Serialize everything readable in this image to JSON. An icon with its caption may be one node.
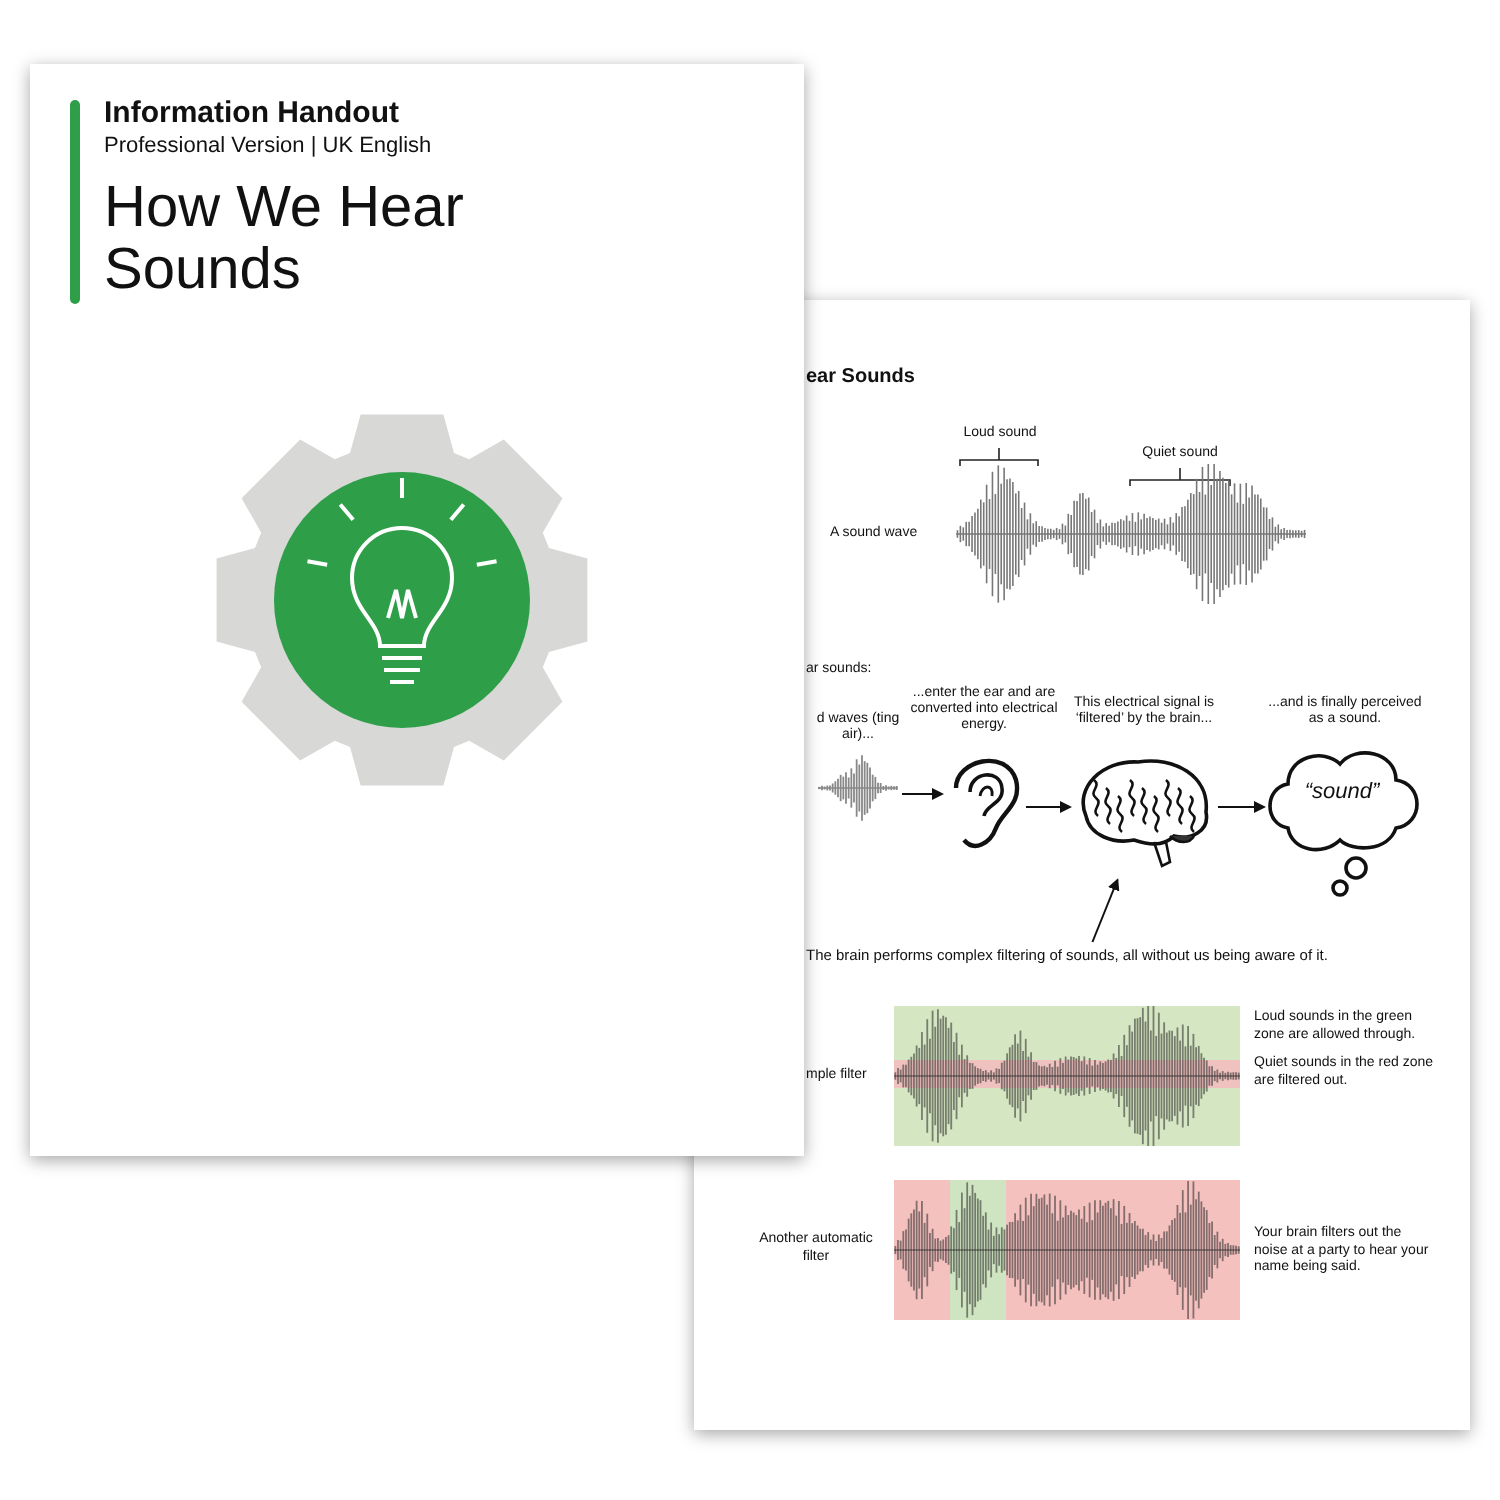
{
  "diagram": {
    "nodes": [
      {
        "text": [
          "Information Handout",
          "Professional Version | UK English",
          "How We Hear Sounds"
        ]
      },
      {
        "text": [
          "ear Sounds"
        ]
      },
      {
        "text": [],
        "shape": "picture",
        "in": 1,
        "beside": [
          "d waves (ting air)..."
        ]
      },
      {
        "text": [],
        "shape": "picture",
        "in": 1,
        "beside": [
          "...enter the ear and are converted into electrical energy."
        ]
      },
      {
        "text": [],
        "shape": "picture",
        "in": 1,
        "beside": [
          "This electrical signal is ‘filtered’ by the brain..."
        ]
      },
      {
        "text": [
          "“sound”"
        ],
        "in": 1,
        "beside": [
          "...and is finally perceived as a sound."
        ]
      },
      {
        "text": [
          "The brain performs complex filtering of sounds, all without us being aware of it."
        ],
        "in": 1
      }
    ],
    "edges": [
      {
        "from": 2,
        "to": 3,
        "arrow": "to"
      },
      {
        "from": 3,
        "to": 4,
        "arrow": "to"
      },
      {
        "from": 4,
        "to": 5,
        "arrow": "to"
      },
      {
        "from": 6,
        "to": 4,
        "arrow": "to"
      }
    ],
    "labels": [
      "Loud sound",
      "Quiet sound",
      "A sound wave",
      "ar sounds:",
      "mple filter",
      "Loud sounds in the green zone are allowed through.",
      "Quiet sounds in the red zone are filtered out.",
      "Another automatic filter",
      "Your brain filters out the noise at a party to hear your name being said."
    ]
  }
}
